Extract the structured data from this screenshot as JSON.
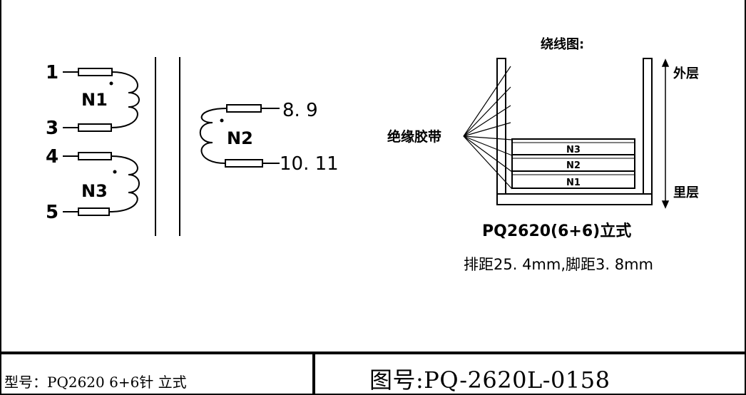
{
  "schematic": {
    "pins": [
      "1",
      "3",
      "4",
      "5",
      "8. 9",
      "10. 11"
    ],
    "windings": [
      "N1",
      "N3",
      "N2"
    ]
  },
  "winding_diagram": {
    "title": "绕线图:",
    "outer_layer": "外层",
    "inner_layer": "里层",
    "tape_label": "绝缘胶带",
    "layers": [
      "N3",
      "N2",
      "N1"
    ]
  },
  "specs": {
    "core": "PQ2620(6+6)立式",
    "pitch": "排距25. 4mm,脚距3. 8mm"
  },
  "title_block": {
    "model": "型号：PQ2620 6+6针 立式",
    "drawing_number": "图号:PQ-2620L-0158"
  }
}
